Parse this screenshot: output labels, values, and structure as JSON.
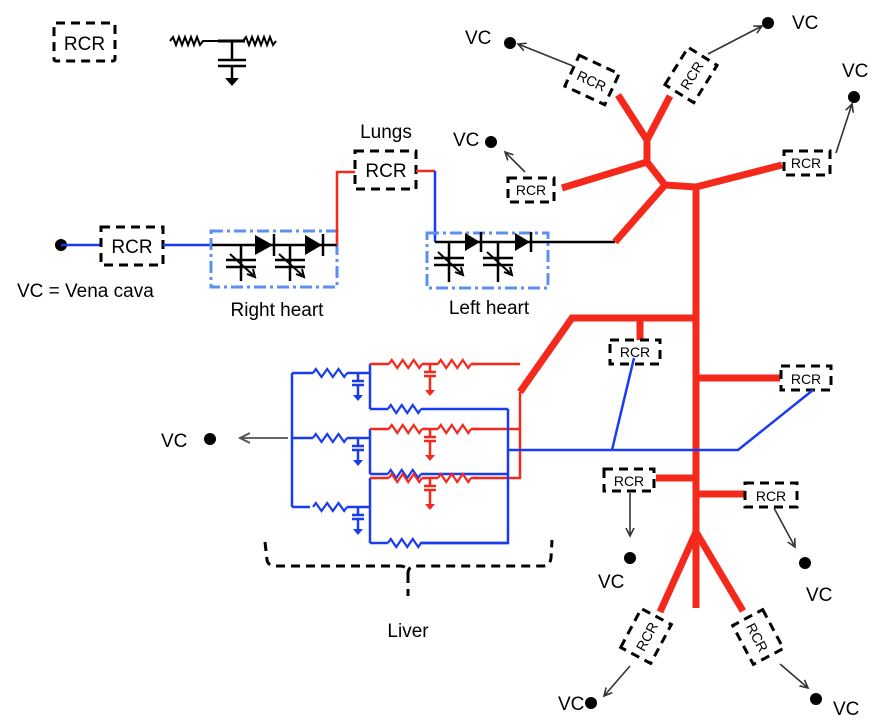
{
  "legend": {
    "rcr_box_label": "RCR",
    "rcr_symbol_description": "resistor-capacitor-resistor with ground"
  },
  "labels": {
    "vc_definition": "VC = Vena cava",
    "right_heart": "Right heart",
    "left_heart": "Left heart",
    "lungs": "Lungs",
    "liver": "Liver"
  },
  "nodes": {
    "rcr": "RCR",
    "vc": "VC"
  },
  "colors": {
    "arterial": "#f5281c",
    "venous": "#1a3cf0",
    "heart_box": "#5b8ff0",
    "neutral": "#000000"
  },
  "outlets": [
    {
      "name": "upper-left-vessel",
      "rcr": "RCR",
      "target": "VC"
    },
    {
      "name": "upper-mid-vessel",
      "rcr": "RCR",
      "target": "VC"
    },
    {
      "name": "upper-right-vessel",
      "rcr": "RCR",
      "target": "VC"
    },
    {
      "name": "left-branch-vessel",
      "rcr": "RCR",
      "target": "VC"
    },
    {
      "name": "mid-left-vessel",
      "rcr": "RCR",
      "target": "liver"
    },
    {
      "name": "mid-right-vessel",
      "rcr": "RCR",
      "target": "liver"
    },
    {
      "name": "lower-left-vessel",
      "rcr": "RCR",
      "target": "VC"
    },
    {
      "name": "lower-right-vessel",
      "rcr": "RCR",
      "target": "VC"
    },
    {
      "name": "bottom-left-vessel",
      "rcr": "RCR",
      "target": "VC"
    },
    {
      "name": "bottom-right-vessel",
      "rcr": "RCR",
      "target": "VC"
    }
  ]
}
